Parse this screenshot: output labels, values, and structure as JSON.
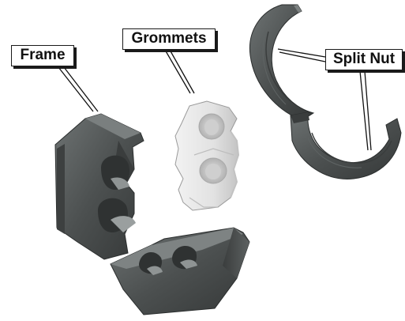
{
  "diagram": {
    "labels": {
      "frame": "Frame",
      "grommets": "Grommets",
      "split_nut": "Split Nut"
    },
    "colors": {
      "dark_part": "#4a4e4e",
      "dark_part_light": "#6b7070",
      "dark_part_shadow": "#2e3131",
      "grommet": "#e6e6e6",
      "grommet_shadow": "#b8b8b8",
      "leader_line": "#111111",
      "callout_border": "#1a1a1a"
    }
  }
}
